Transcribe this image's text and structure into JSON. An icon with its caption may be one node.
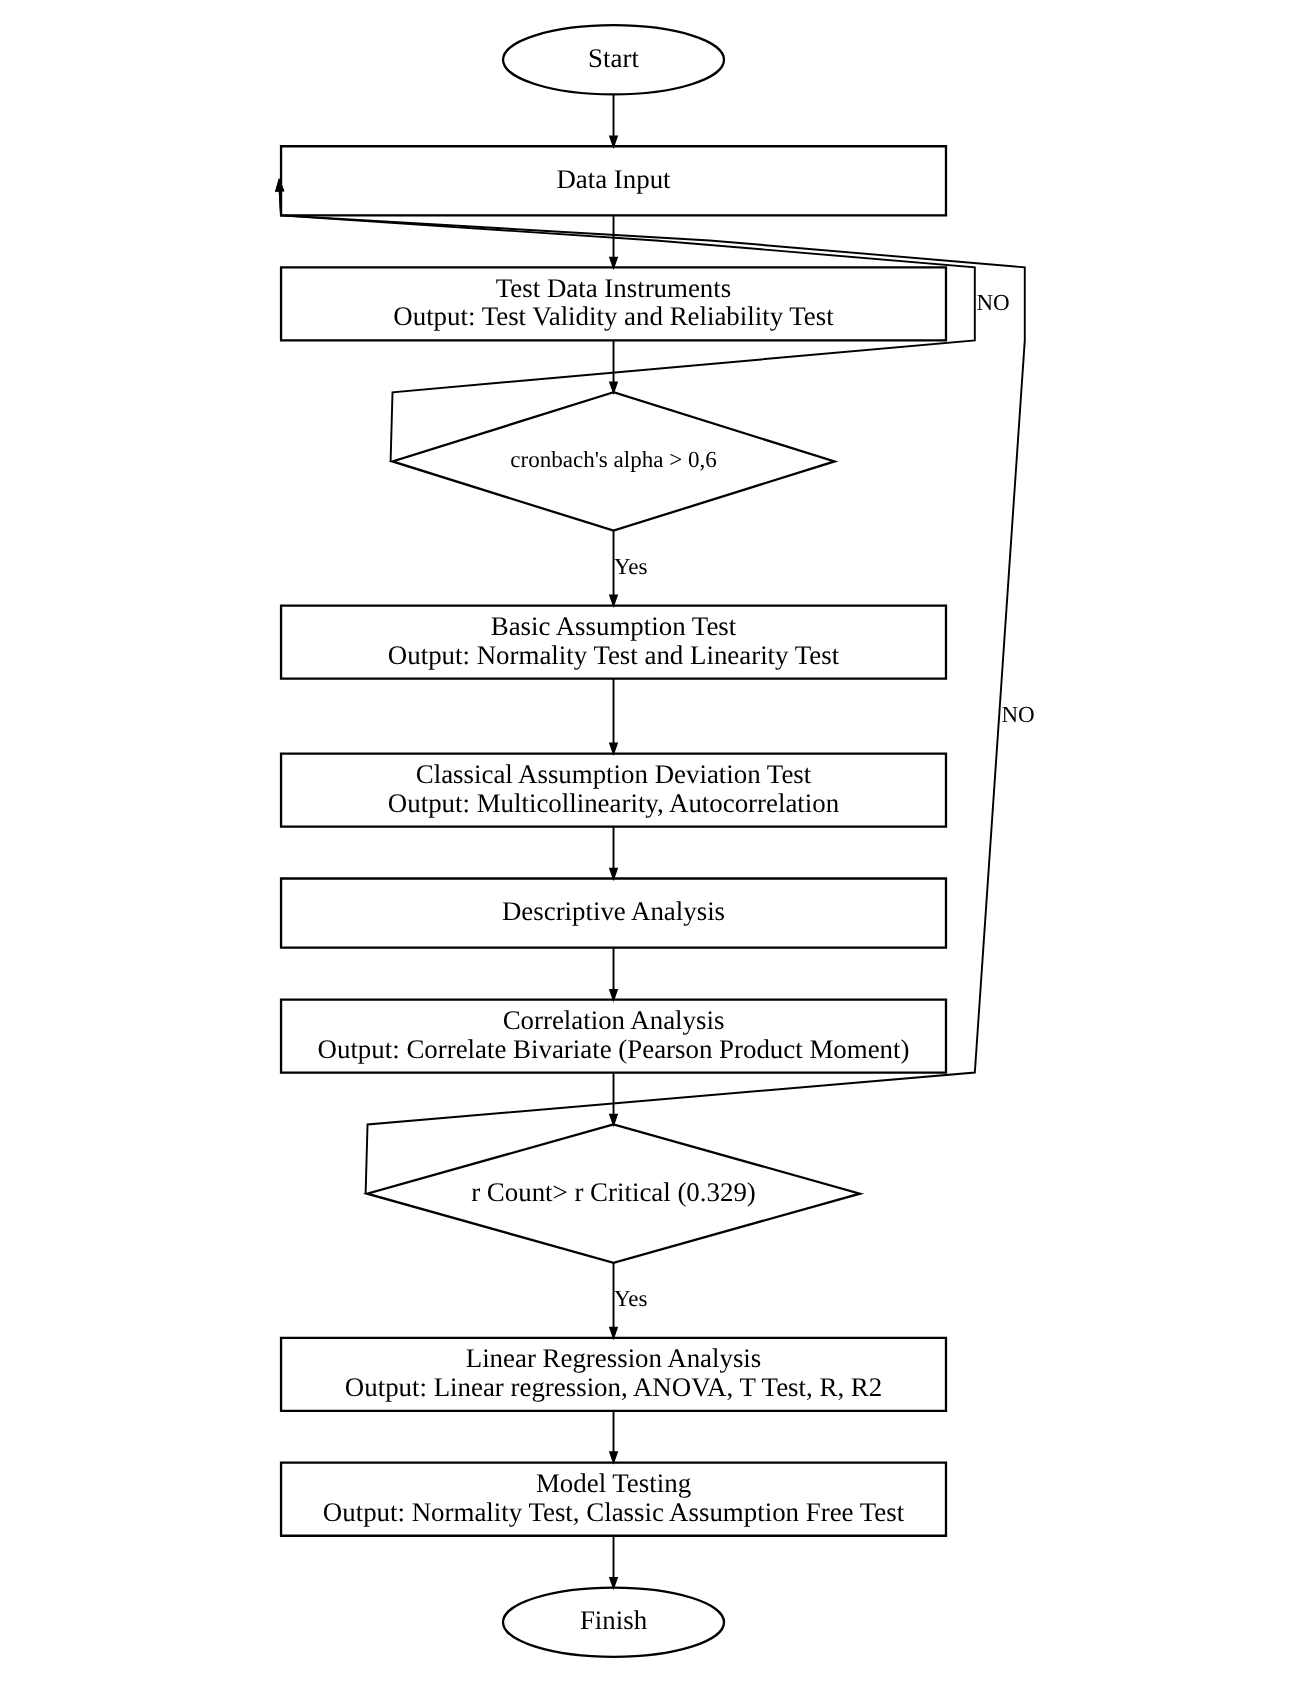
{
  "diagram": {
    "nodes": [
      {
        "text": [
          "Start"
        ]
      },
      {
        "text": [
          "Data Input"
        ]
      },
      {
        "text": [
          "Test Data Instruments",
          "Output: Test Validity and Reliability Test"
        ]
      },
      {
        "text": [
          "cronbach's alpha > 0,6"
        ]
      },
      {
        "text": [
          "Basic Assumption Test",
          "Output: Normality Test and Linearity Test"
        ]
      },
      {
        "text": [
          "Classical Assumption Deviation Test",
          "Output: Multicollinearity, Autocorrelation"
        ]
      },
      {
        "text": [
          "Descriptive Analysis"
        ]
      },
      {
        "text": [
          "Correlation Analysis",
          "Output: Correlate Bivariate (Pearson Product Moment)"
        ]
      },
      {
        "text": [
          "r Count> r Critical (0.329)"
        ]
      },
      {
        "text": [
          "Linear Regression Analysis",
          "Output: Linear regression, ANOVA, T Test, R, R2"
        ]
      },
      {
        "text": [
          "Model Testing",
          "Output: Normality Test, Classic Assumption Free Test"
        ]
      },
      {
        "text": [
          "Finish"
        ]
      }
    ],
    "edges": [
      {
        "from": 0,
        "to": 1,
        "arrow": "to"
      },
      {
        "from": 1,
        "to": 2,
        "arrow": "to"
      },
      {
        "from": 2,
        "to": 3,
        "arrow": "to"
      },
      {
        "from": 3,
        "to": 1,
        "arrow": "to",
        "label": "NO"
      },
      {
        "from": 3,
        "to": 4,
        "arrow": "to",
        "label": "Yes"
      },
      {
        "from": 4,
        "to": 5,
        "arrow": "to"
      },
      {
        "from": 5,
        "to": 6,
        "arrow": "to"
      },
      {
        "from": 6,
        "to": 7,
        "arrow": "to"
      },
      {
        "from": 7,
        "to": 8,
        "arrow": "to"
      },
      {
        "from": 8,
        "to": 1,
        "arrow": "to",
        "label": "NO"
      },
      {
        "from": 8,
        "to": 9,
        "arrow": "to",
        "label": "Yes"
      },
      {
        "from": 9,
        "to": 10,
        "arrow": "to"
      },
      {
        "from": 10,
        "to": 11,
        "arrow": "to"
      }
    ]
  }
}
